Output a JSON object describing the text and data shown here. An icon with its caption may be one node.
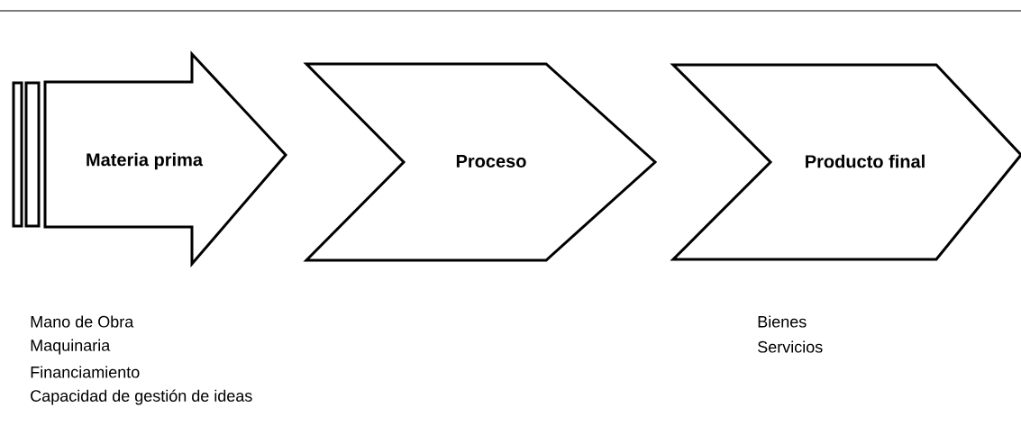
{
  "diagram": {
    "nodes": [
      {
        "text": [
          "Materia prima"
        ],
        "beside": [
          "Mano de Obra",
          "Maquinaria",
          "Financiamiento",
          "Capacidad de gestión de ideas"
        ]
      },
      {
        "text": [
          "Proceso"
        ]
      },
      {
        "text": [
          "Producto final"
        ],
        "beside": [
          "Bienes",
          "Servicios"
        ]
      }
    ]
  }
}
